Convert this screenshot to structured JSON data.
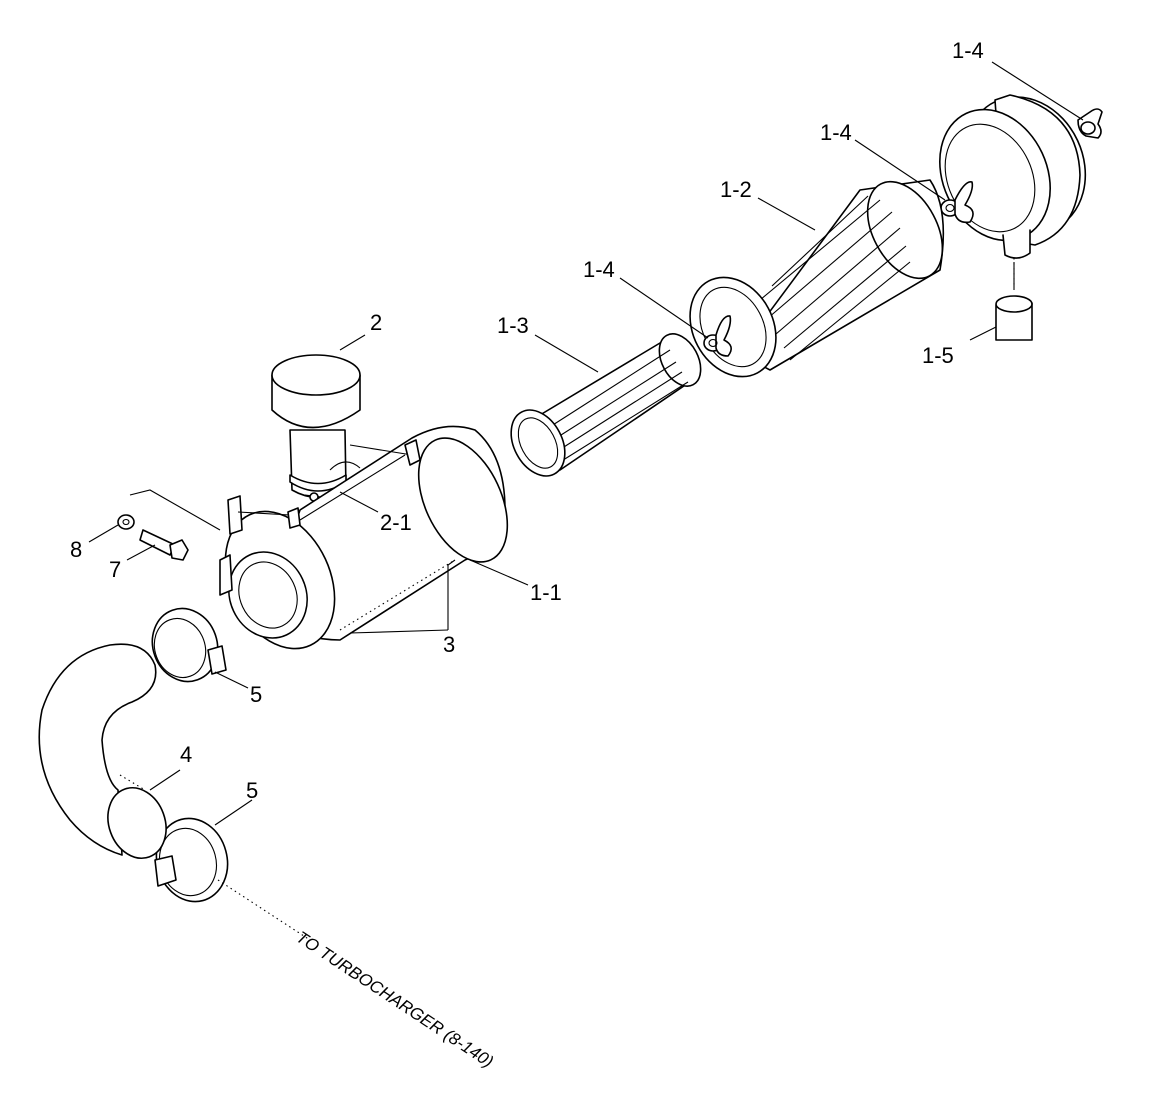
{
  "labels": {
    "l_1_4_top": "1-4",
    "l_1_4_mid": "1-4",
    "l_1_4_low": "1-4",
    "l_1_2": "1-2",
    "l_1_3": "1-3",
    "l_1_5": "1-5",
    "l_2": "2",
    "l_2_1": "2-1",
    "l_1_1": "1-1",
    "l_3": "3",
    "l_8": "8",
    "l_7": "7",
    "l_5_upper": "5",
    "l_4": "4",
    "l_5_lower": "5"
  },
  "note": "TO TURBOCHARGER (8-140)"
}
